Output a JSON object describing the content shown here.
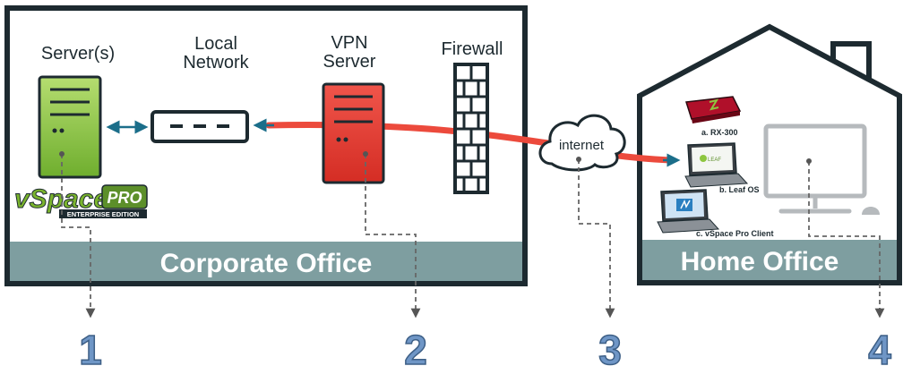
{
  "labels": {
    "servers": "Server(s)",
    "local_network_1": "Local",
    "local_network_2": "Network",
    "vpn_server_1": "VPN",
    "vpn_server_2": "Server",
    "firewall": "Firewall",
    "internet": "internet",
    "corporate_office": "Corporate Office",
    "home_office": "Home Office"
  },
  "devices": {
    "a": "a. RX-300",
    "b": "b. Leaf OS",
    "c": "c. vSpace Pro Client"
  },
  "logo": {
    "brand": "vSpace",
    "pro": "PRO",
    "edition": "ENTERPRISE EDITION"
  },
  "markers": [
    "1",
    "2",
    "3",
    "4"
  ],
  "colors": {
    "frame": "#1d2a30",
    "band": "#7e9ea0",
    "server_green": "#8dc63f",
    "vpn_red": "#e8392f",
    "tunnel": "#ec4a3c",
    "link_teal": "#1b6e8a",
    "numbers": "#6f96c6"
  }
}
